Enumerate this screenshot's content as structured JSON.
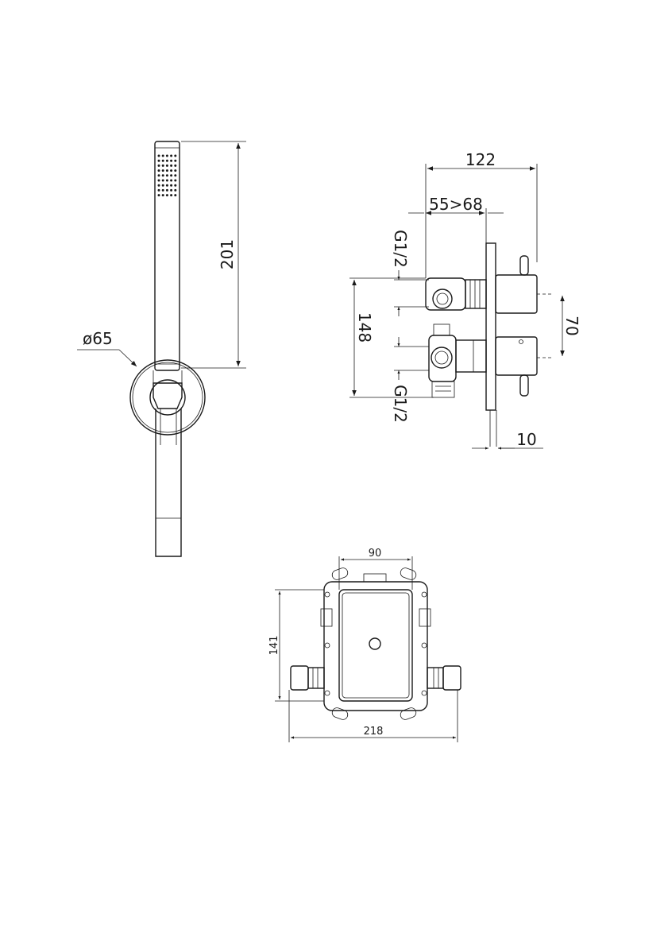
{
  "shower_handset": {
    "height_label": "201",
    "diameter_label": "ø65"
  },
  "mixer_side_view": {
    "depth_label": "122",
    "adjust_range_label": "55>68",
    "top_thread_label": "G1/2",
    "bottom_thread_label": "G1/2",
    "height_label": "148",
    "spacing_label": "70",
    "plate_thickness_label": "10"
  },
  "box_front_view": {
    "inner_width_label": "90",
    "height_label": "141",
    "overall_width_label": "218"
  }
}
